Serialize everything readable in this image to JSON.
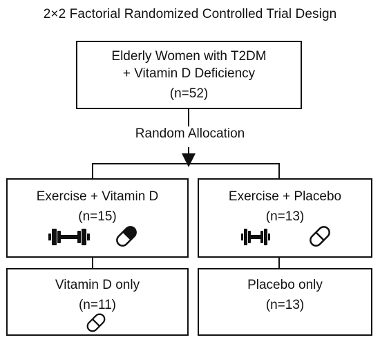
{
  "title": "2×2 Factorial Randomized Controlled Trial Design",
  "population": {
    "line1": "Elderly Women with T2DM",
    "line2": "+ Vitamin D Deficiency",
    "n": "(n=52)"
  },
  "allocation_label": "Random Allocation",
  "groups": [
    {
      "label": "Exercise + Vitamin D",
      "n": "(n=15)",
      "icons": [
        "dumbbell-icon",
        "pill-filled-icon"
      ]
    },
    {
      "label": "Exercise + Placebo",
      "n": "(n=13)",
      "icons": [
        "dumbbell-icon",
        "pill-outline-icon"
      ]
    },
    {
      "label": "Vitamin D only",
      "n": "(n=11)",
      "icons": [
        "pill-outline-icon"
      ]
    },
    {
      "label": "Placebo only",
      "n": "(n=13)",
      "icons": []
    }
  ],
  "colors": {
    "stroke": "#111111",
    "background": "#ffffff"
  }
}
